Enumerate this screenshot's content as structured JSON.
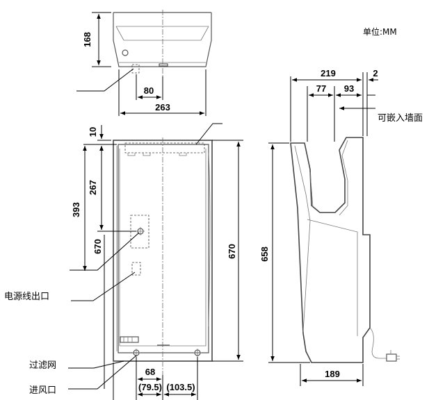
{
  "unit_label": "单位:MM",
  "labels": {
    "recess": "可嵌入墙面",
    "power_outlet": "电源线出口",
    "filter": "过滤网",
    "air_inlet": "进风口"
  },
  "dimensions": {
    "top_height": "168",
    "top_offset": "80",
    "top_width": "263",
    "top_gap": "10",
    "front_267": "267",
    "front_393": "393",
    "front_670_inner": "670",
    "front_670_outer": "670",
    "bottom_68": "68",
    "bottom_79_5": "(79.5)",
    "bottom_103_5": "(103.5)",
    "side_219": "219",
    "side_2": "2",
    "side_77": "77",
    "side_93": "93",
    "side_658": "658",
    "side_189": "189"
  }
}
